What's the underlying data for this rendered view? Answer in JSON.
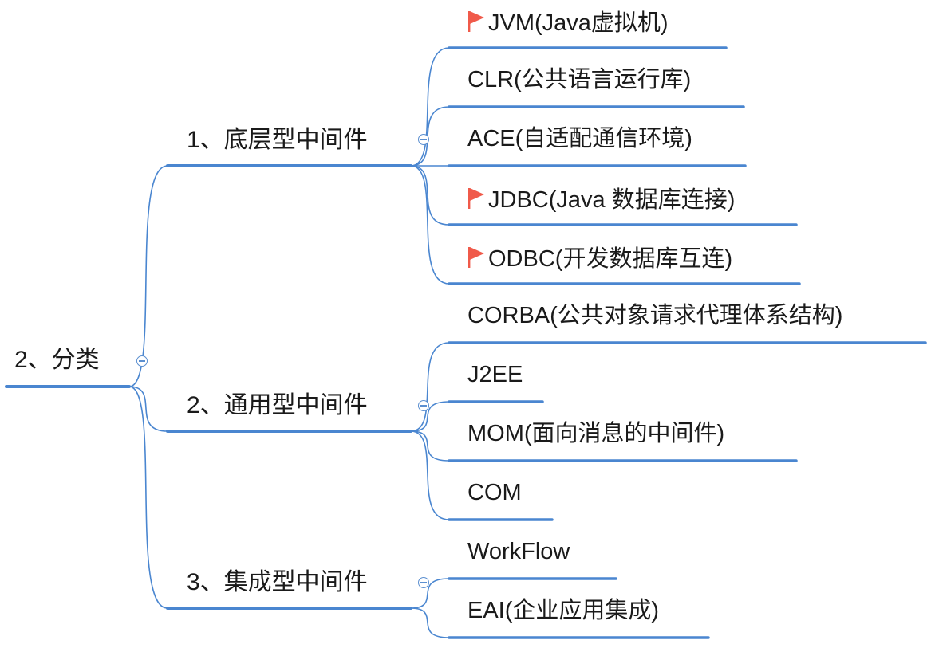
{
  "root": {
    "label": "2、分类"
  },
  "branches": [
    {
      "label": "1、底层型中间件",
      "children": [
        {
          "label": "JVM(Java虚拟机)",
          "flag": true
        },
        {
          "label": "CLR(公共语言运行库)",
          "flag": false
        },
        {
          "label": "ACE(自适配通信环境)",
          "flag": false
        },
        {
          "label": "JDBC(Java 数据库连接)",
          "flag": true
        },
        {
          "label": "ODBC(开发数据库互连)",
          "flag": true
        }
      ]
    },
    {
      "label": "2、通用型中间件",
      "children": [
        {
          "label": "CORBA(公共对象请求代理体系结构)",
          "flag": false
        },
        {
          "label": "J2EE",
          "flag": false
        },
        {
          "label": "MOM(面向消息的中间件)",
          "flag": false
        },
        {
          "label": "COM",
          "flag": false
        }
      ]
    },
    {
      "label": "3、集成型中间件",
      "children": [
        {
          "label": "WorkFlow",
          "flag": false
        },
        {
          "label": "EAI(企业应用集成)",
          "flag": false
        }
      ]
    }
  ],
  "colors": {
    "line": "#4a86d0",
    "flag": "#f05a4a",
    "text": "#1a1a1a"
  }
}
